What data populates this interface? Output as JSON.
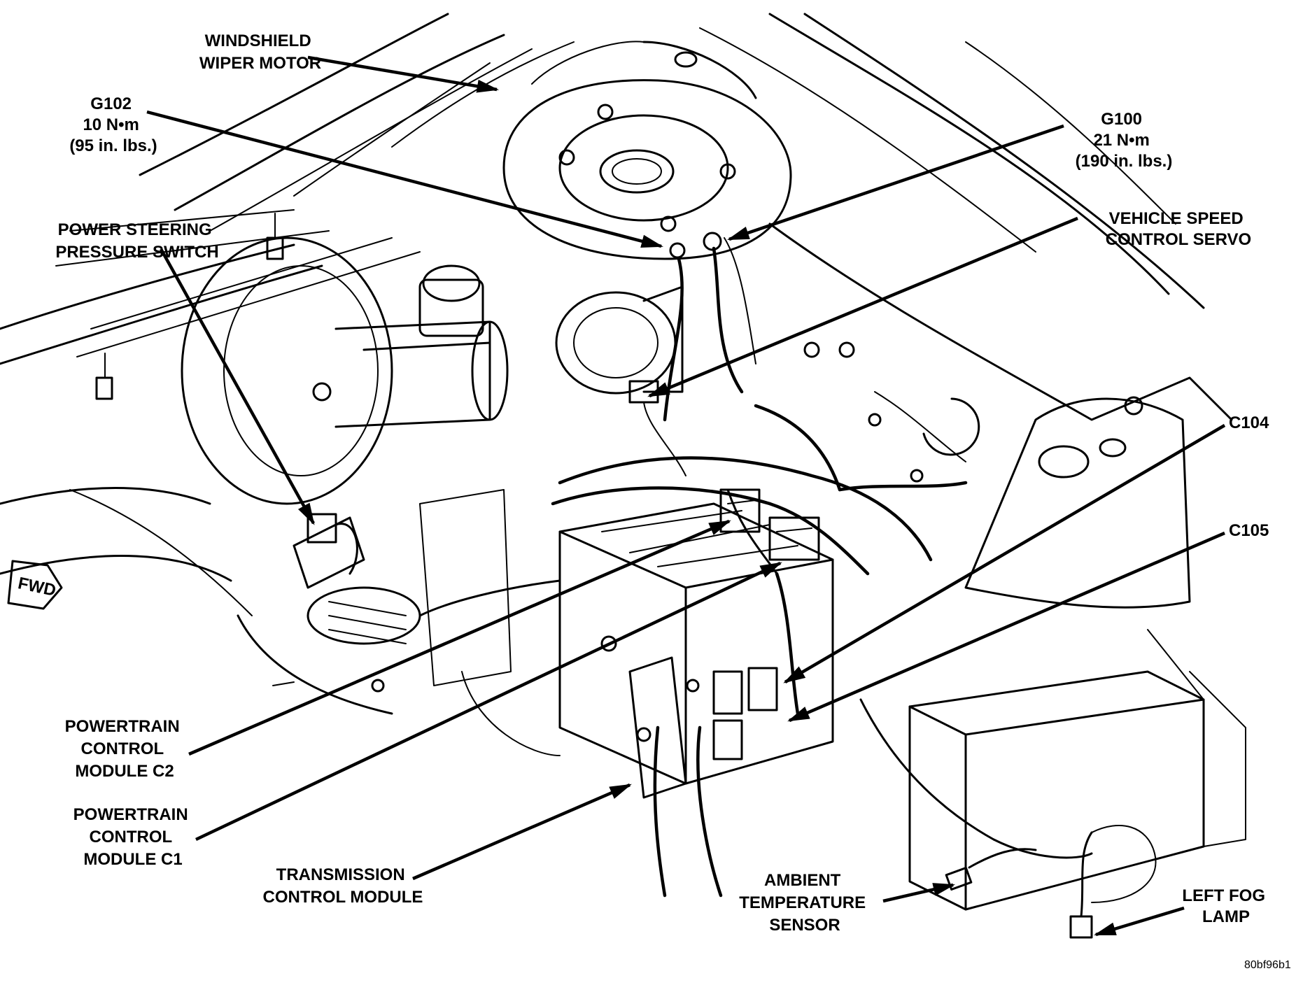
{
  "labels": {
    "windshield_wiper_motor": [
      "WINDSHIELD",
      "WIPER MOTOR"
    ],
    "g102": [
      "G102",
      "10 N•m",
      "(95 in. lbs.)"
    ],
    "g100": [
      "G100",
      "21 N•m",
      "(190 in. lbs.)"
    ],
    "power_steering_pressure_switch": [
      "POWER STEERING",
      "PRESSURE SWITCH"
    ],
    "vehicle_speed_control_servo": [
      "VEHICLE SPEED",
      "CONTROL SERVO"
    ],
    "c104": [
      "C104"
    ],
    "c105": [
      "C105"
    ],
    "pcm_c2": [
      "POWERTRAIN",
      "CONTROL",
      "MODULE C2"
    ],
    "pcm_c1": [
      "POWERTRAIN",
      "CONTROL",
      "MODULE C1"
    ],
    "transmission_control_module": [
      "TRANSMISSION",
      "CONTROL MODULE"
    ],
    "ambient_temperature_sensor": [
      "AMBIENT",
      "TEMPERATURE",
      "SENSOR"
    ],
    "left_fog_lamp": [
      "LEFT FOG",
      "LAMP"
    ]
  },
  "fwd_tag": "FWD",
  "figure_ref": "80bf96b1"
}
